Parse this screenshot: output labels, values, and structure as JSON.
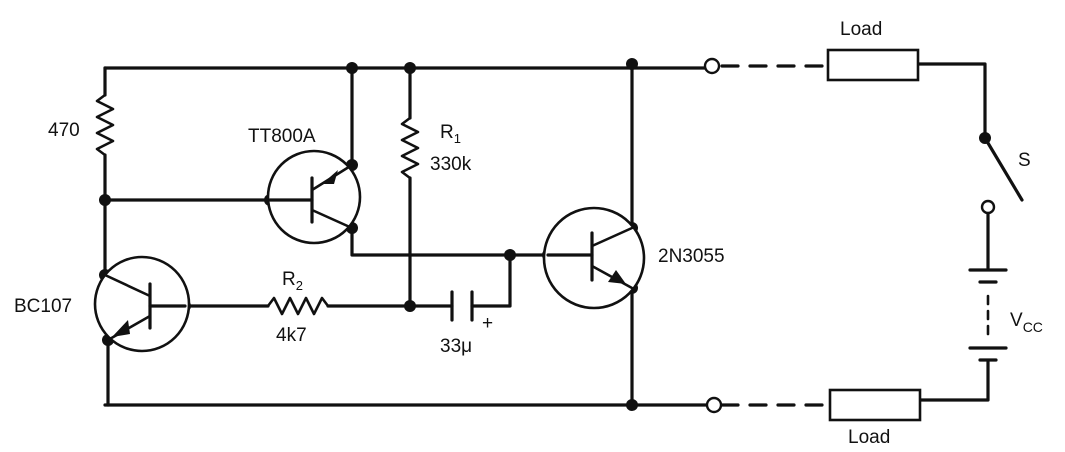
{
  "components": {
    "r_470": {
      "value": "470"
    },
    "r1": {
      "name": "R",
      "subscript": "1",
      "value": "330k"
    },
    "r2": {
      "name": "R",
      "subscript": "2",
      "value": "4k7"
    },
    "capacitor": {
      "value": "33μ",
      "polarity": "+"
    },
    "q_tt800a": {
      "name": "TT800A"
    },
    "q_bc107": {
      "name": "BC107"
    },
    "q_2n3055": {
      "name": "2N3055"
    },
    "load_top": {
      "label": "Load"
    },
    "load_bottom": {
      "label": "Load"
    },
    "switch": {
      "label": "S"
    },
    "supply": {
      "name": "V",
      "subscript": "CC"
    }
  },
  "colors": {
    "ink": "#111111",
    "paper": "#ffffff"
  }
}
